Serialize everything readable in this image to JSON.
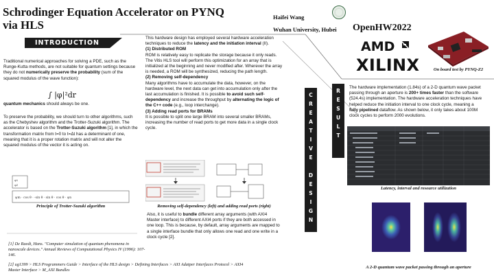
{
  "title": "Schrodinger Equation Accelerator on PYNQ via HLS",
  "author": "Haifei Wang",
  "affiliation": "Wuhan University, Hubei",
  "event": "OpenHW2022",
  "sponsors": [
    "AMD",
    "XILINX"
  ],
  "board_caption": "On board test by PYNQ-Z2",
  "intro": {
    "heading": "INTRODUCTION",
    "p1_a": "Traditional numerical approaches for solving a PDE, such as the Runge-Kutta methods, are not suitable for quantum settings because they do not ",
    "p1_b": "numerically preserve the probability",
    "p1_c": " (sum of the squared modulus of the wave function):",
    "formula": "∫ |φ|²dr",
    "p2_a": "quantum mechanics",
    "p2_b": " should always be one.",
    "p3_a": "To preserve the probability, we should turn to other algorithms, such as the Chebyshev algorithm and the Trotter-Suzuki algorithm. The accelerator is based on the ",
    "p3_b": "Trotter-Suzuki algorithm",
    "p3_c": " [1], in which the transformation matrix from t=0 to t=Δt has a determinant of one, meaning that it is a proper rotation matrix and will not alter the squared modulus of the vector it is acting on.",
    "fig_caption": "Principle of Trotter-Suzuki algorithm"
  },
  "refs": {
    "r1": "[1] De Raedt, Hans. \"Computer simulation of quantum phenomena in nanoscale devices.\" Annual Reviews of Computational Physics IV (1996): 107-146.",
    "r2": "[2] ug1399 > HLS Programmers Guide > Interface of the HLS design > Defining Interfaces > AXI Adatper Interfaces Protocol > AXI4 Master Interface > M_AXI Bundles"
  },
  "design": {
    "banner": "CREATIVE DESIGN",
    "intro_a": "This hardware design has employed several hardware acceleration techniques to reduce the ",
    "intro_b": "latency and the initiation interval",
    "intro_c": " (II).",
    "h1": "(1) Distributed ROM",
    "p1": "ROM is relatively easy to replicate the storage because it only reads. The Vitis HLS tool will perform this optimization for an array that is initialized at the beginning and never modified after. Wherever the array is needed, a ROM will be synthesized, reducing the path length.",
    "h2": "(2) Removing self-dependency",
    "p2_a": "Many algorithms have to accumulate the data, however, on the hardware level, the next data can get into accumulation only after the last accumulation is finished. It is possible ",
    "p2_b": "to avoid such self-dependency",
    "p2_c": " and increase the throughput by ",
    "p2_d": "alternating the logic of the C++ code",
    "p2_e": " (e.g., loop interchange).",
    "h3": "(3) Adding read ports for BRAMs",
    "p3": "It is possible to split one large BRAM into several smaller BRAMs, increasing the number of read ports to get more data in a single clock cycle.",
    "fig_caption": "Removing self-dependency (left) and adding read ports (right)",
    "p4_a": "Also, it is useful to ",
    "p4_b": "bundle",
    "p4_c": " different array arguments (with AXI4 Master interface) to different AXI4 ports if they are both accessed in one loop. This is because, by default, array arguments are mapped to a single interface bundle that only allows one read and one write in a clock cycle [2]."
  },
  "result": {
    "banner": "RESULT",
    "p_a": "The hardware implementation (1.84s) of a 2-D quantum wave packet passing through an aperture is ",
    "p_b": "200+ times faster",
    "p_c": " than the software (524.4s) implementation. The hardware acceleration techniques have helped reduce the initiation interval to one clock cycle, meaning a ",
    "p_d": "fully pipelined",
    "p_e": " dataflow. As shown below, it only takes about 100M clock cycles to perform 2000 evolutions.",
    "table_caption": "Latency, interval and resource utilization",
    "wave_caption": "A 2-D quantum wave packet passing through an aperture"
  },
  "colors": {
    "banner": "#1c1c1c",
    "accent_red": "#c0392b"
  }
}
